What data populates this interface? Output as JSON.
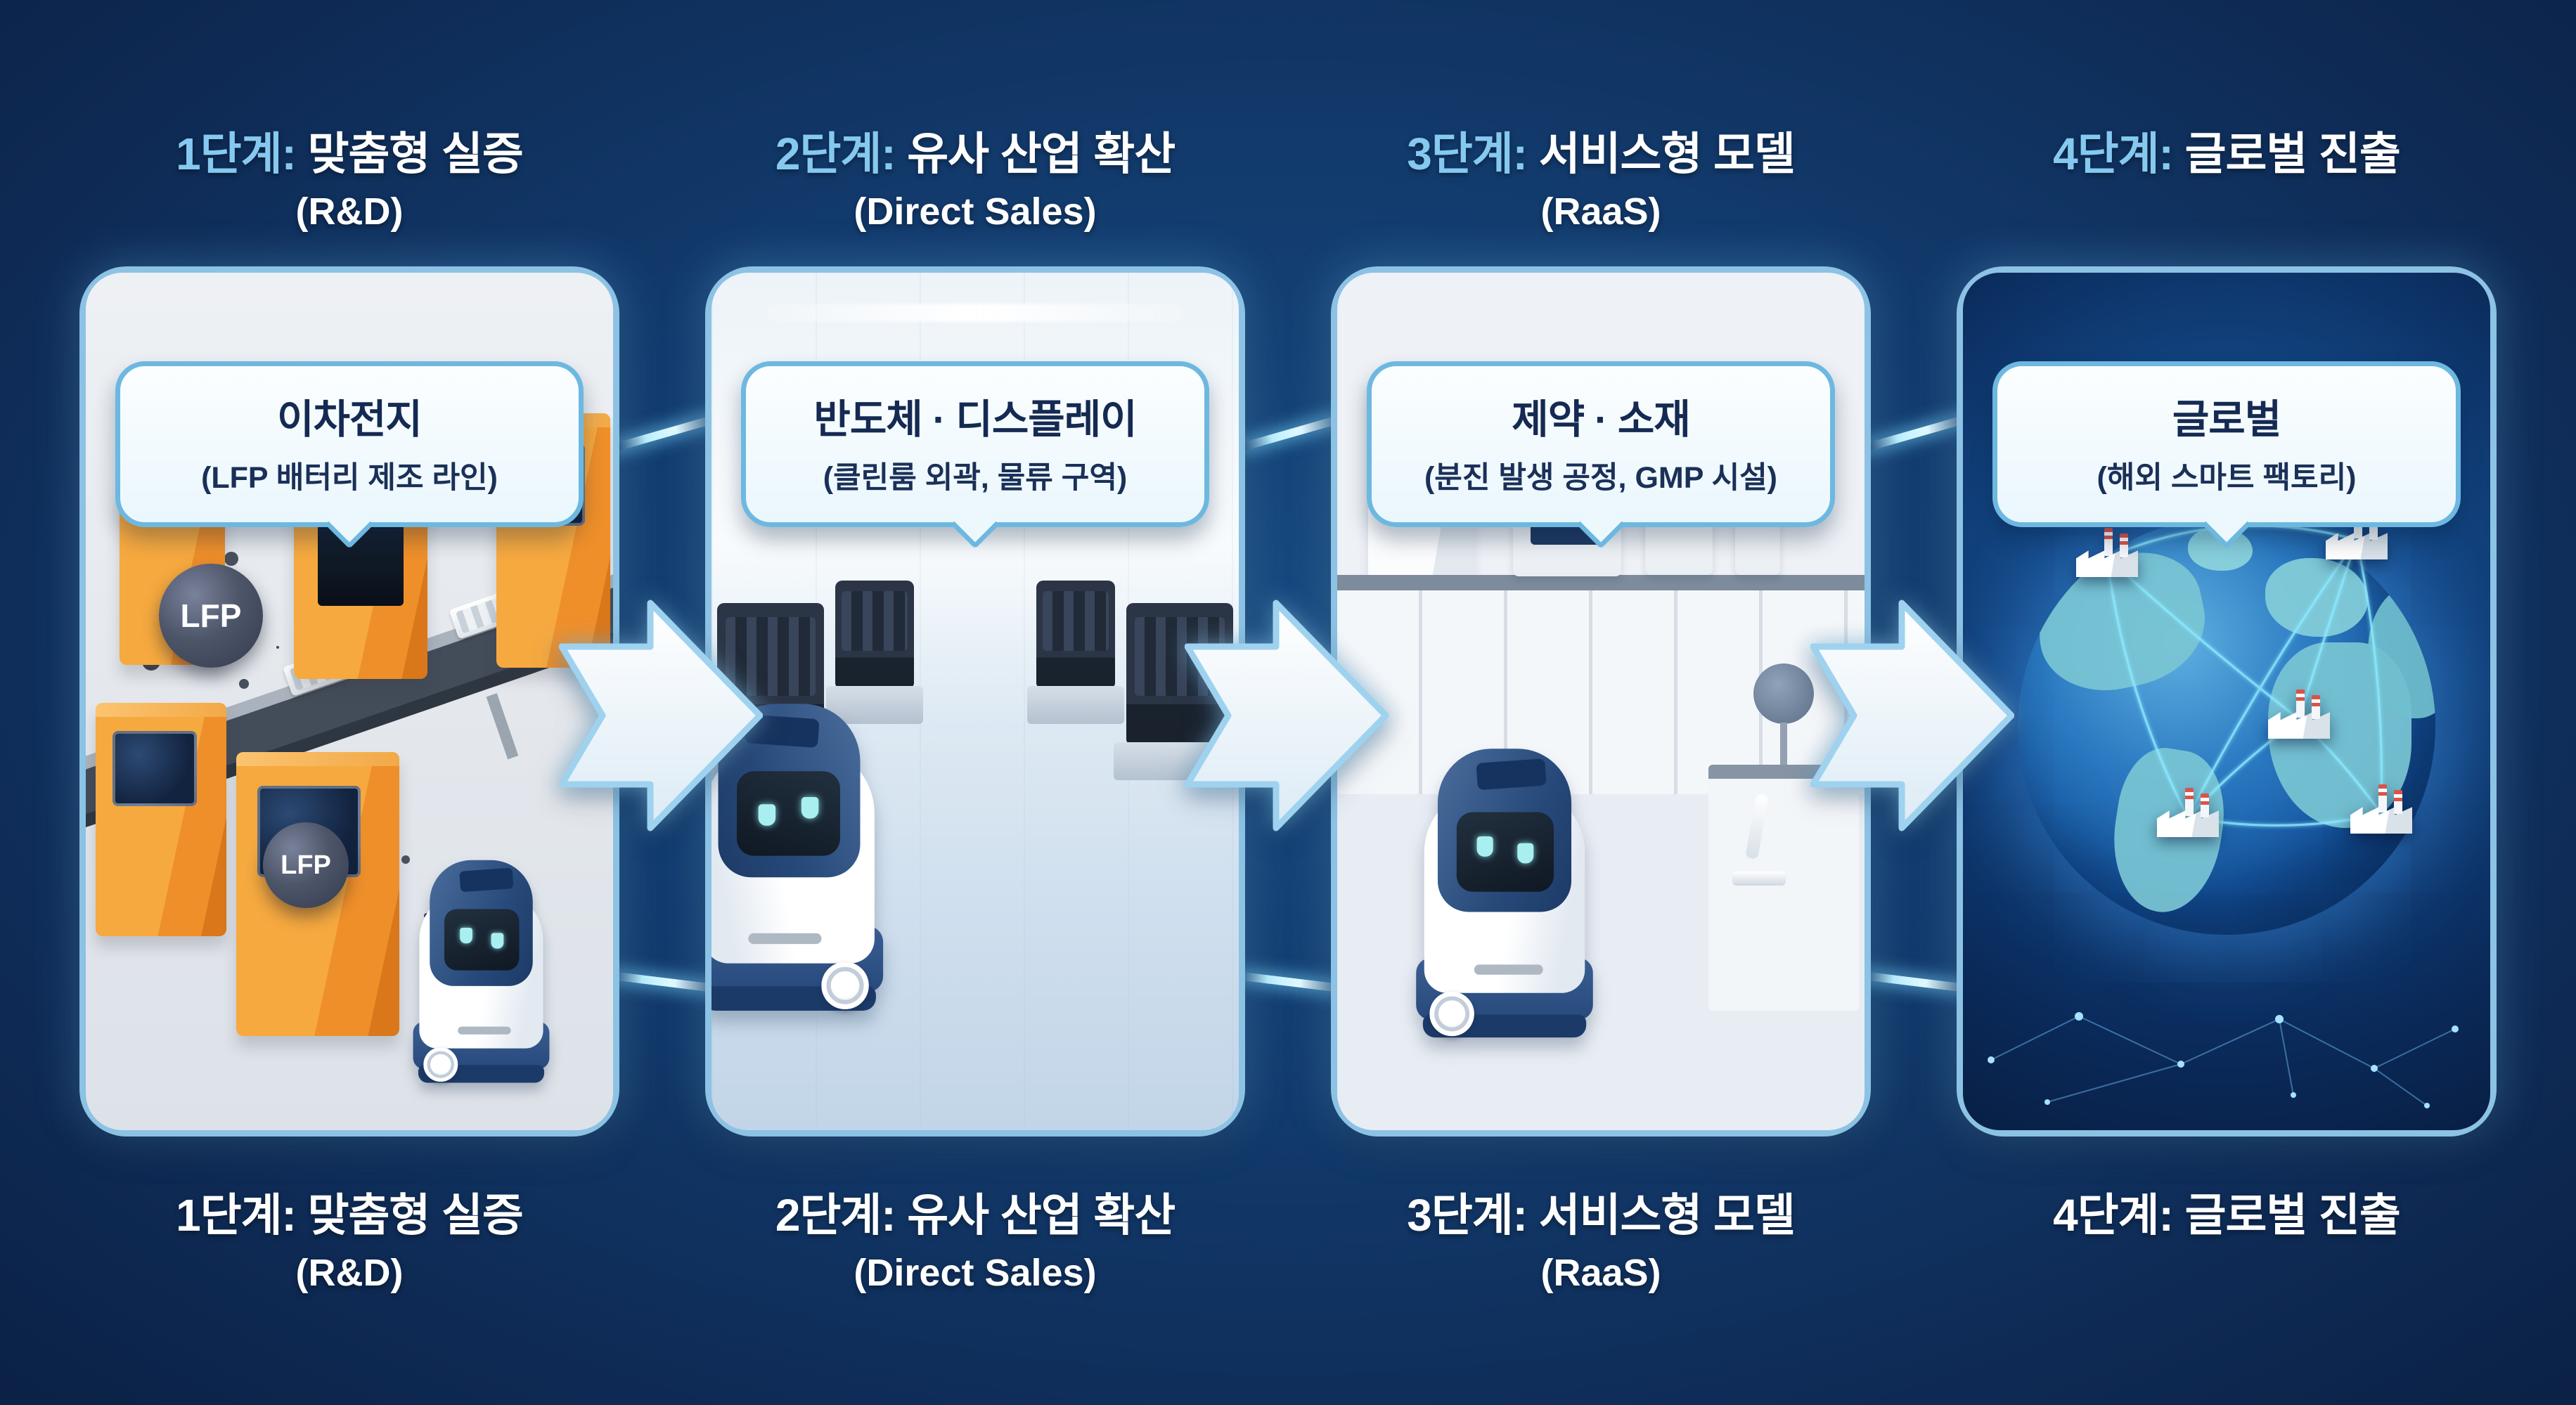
{
  "colors": {
    "background_navy": "#0E2A54",
    "accent_light_blue": "#85C9F0",
    "panel_border": "#8CC2E4",
    "bubble_border": "#6DB8E0",
    "bubble_bg": "#F2FAFE",
    "bubble_text": "#152A52",
    "machine_orange": "#F0943A",
    "robot_navy": "#2E4D7E",
    "globe_blue": "#2B7AC2",
    "link_cyan": "#8CE9FF"
  },
  "icons": {
    "stage_arrow": "arrow-right",
    "robot": "cleaning-robot",
    "factory": "factory-building",
    "globe": "globe",
    "lfp_sphere": "lfp-particle-sphere"
  },
  "stages": [
    {
      "header": {
        "prefix": "1단계:",
        "title": "맞춤형 실증",
        "subtitle": "(R&D)"
      },
      "bubble": {
        "title": "이차전지",
        "subtitle": "(LFP 배터리 제조 라인)"
      },
      "footer": {
        "prefix": "1단계:",
        "title": "맞춤형 실증",
        "subtitle": "(R&D)"
      },
      "scene": {
        "name": "lfp-battery-manufacturing-line",
        "labels": [
          "LFP",
          "LFP"
        ]
      }
    },
    {
      "header": {
        "prefix": "2단계:",
        "title": "유사 산업 확산",
        "subtitle": "(Direct Sales)"
      },
      "bubble": {
        "title": "반도체 · 디스플레이",
        "subtitle": "(클린룸 외곽, 물류 구역)"
      },
      "footer": {
        "prefix": "2단계:",
        "title": "유사 산업 확산",
        "subtitle": "(Direct Sales)"
      },
      "scene": {
        "name": "semiconductor-cleanroom-corridor",
        "labels": []
      }
    },
    {
      "header": {
        "prefix": "3단계:",
        "title": "서비스형 모델",
        "subtitle": "(RaaS)"
      },
      "bubble": {
        "title": "제약 · 소재",
        "subtitle": "(분진 발생 공정, GMP 시설)"
      },
      "footer": {
        "prefix": "3단계:",
        "title": "서비스형 모델",
        "subtitle": "(RaaS)"
      },
      "scene": {
        "name": "pharma-material-lab",
        "labels": []
      }
    },
    {
      "header": {
        "prefix": "4단계:",
        "title": "글로벌 진출",
        "subtitle": ""
      },
      "bubble": {
        "title": "글로벌",
        "subtitle": "(해외 스마트 팩토리)"
      },
      "footer": {
        "prefix": "4단계:",
        "title": "글로벌 진출",
        "subtitle": ""
      },
      "scene": {
        "name": "global-smart-factory-network",
        "labels": []
      }
    }
  ]
}
